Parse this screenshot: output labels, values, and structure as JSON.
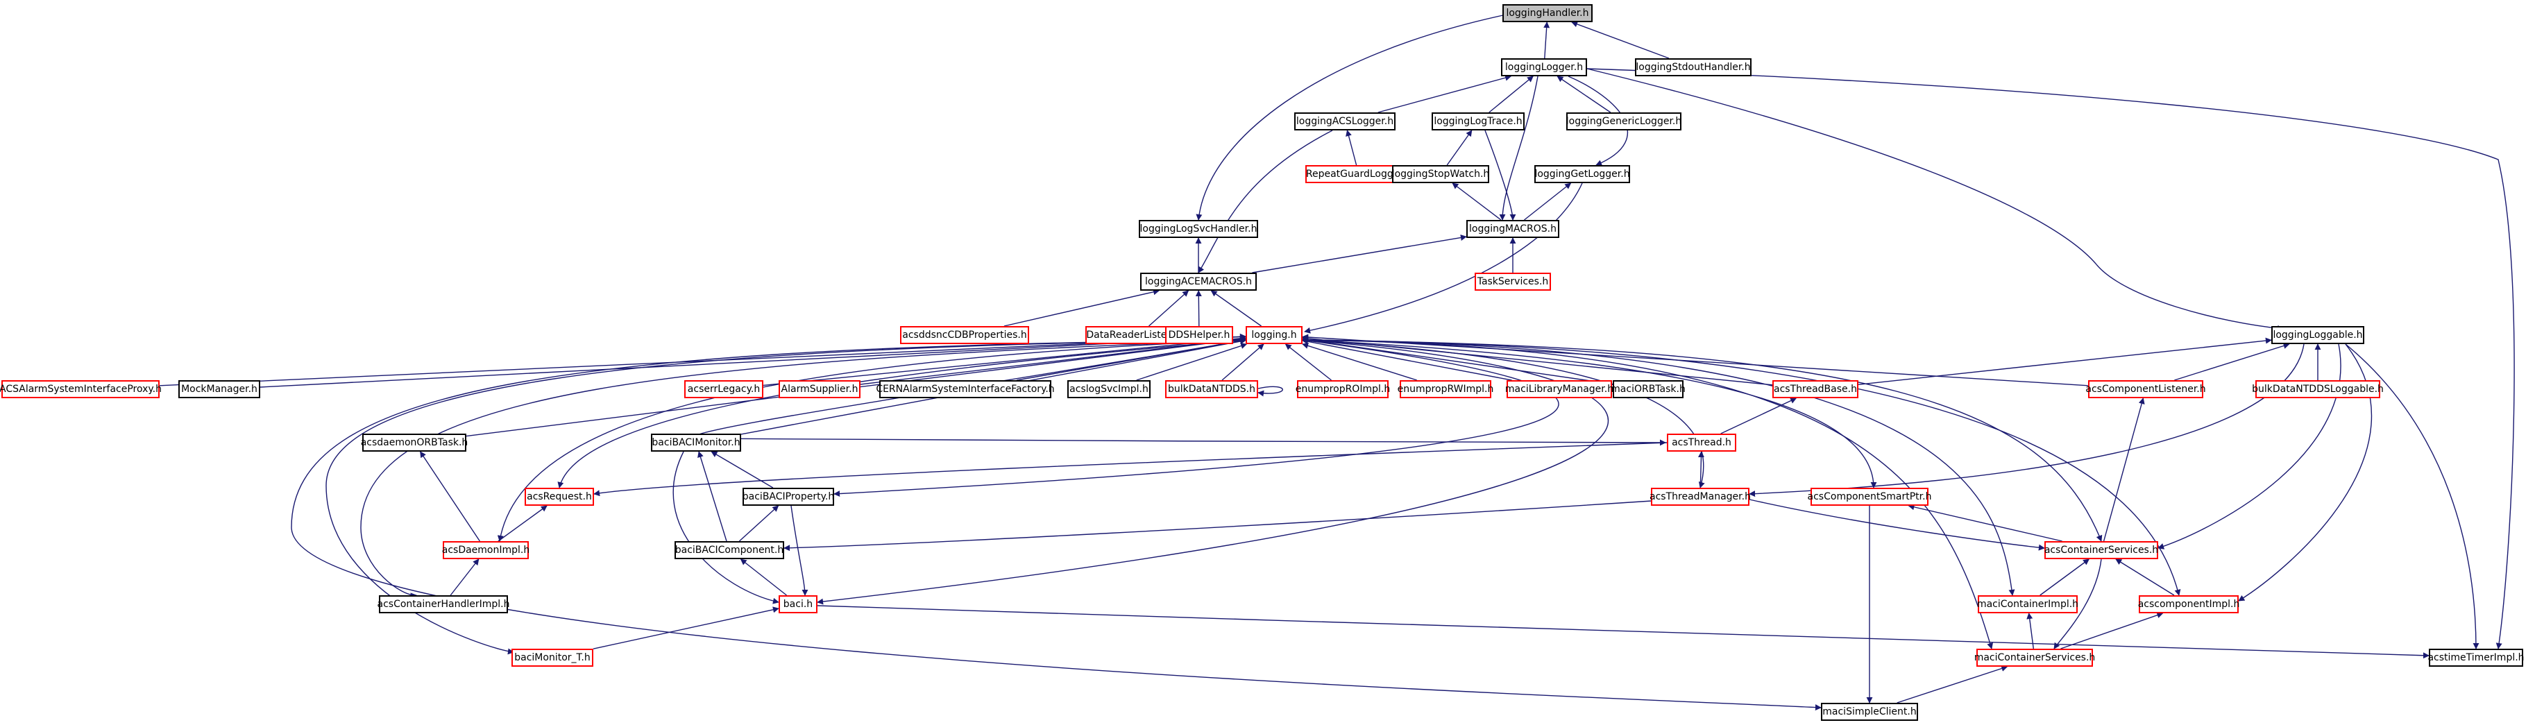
{
  "graph": {
    "colors": {
      "edge": "#191970",
      "node_border_documented": "#000000",
      "node_border_undocumented": "#ff0000",
      "root_fill": "#bfbfbf"
    },
    "nodes": [
      {
        "id": "loggingHandler",
        "label": "loggingHandler.h",
        "style": "root"
      },
      {
        "id": "loggingLogger",
        "label": "loggingLogger.h",
        "style": "black"
      },
      {
        "id": "loggingStdoutHandler",
        "label": "loggingStdoutHandler.h",
        "style": "black"
      },
      {
        "id": "loggingACSLogger",
        "label": "loggingACSLogger.h",
        "style": "black"
      },
      {
        "id": "loggingLogTrace",
        "label": "loggingLogTrace.h",
        "style": "black"
      },
      {
        "id": "loggingGenericLogger",
        "label": "loggingGenericLogger.h",
        "style": "black"
      },
      {
        "id": "RepeatGuardLogger",
        "label": "RepeatGuardLogger.h",
        "style": "red"
      },
      {
        "id": "loggingStopWatch",
        "label": "loggingStopWatch.h",
        "style": "black"
      },
      {
        "id": "loggingGetLogger",
        "label": "loggingGetLogger.h",
        "style": "black"
      },
      {
        "id": "loggingLogSvcHandler",
        "label": "loggingLogSvcHandler.h",
        "style": "black"
      },
      {
        "id": "loggingMACROS",
        "label": "loggingMACROS.h",
        "style": "black"
      },
      {
        "id": "loggingACEMACROS",
        "label": "loggingACEMACROS.h",
        "style": "black"
      },
      {
        "id": "TaskServices",
        "label": "TaskServices.h",
        "style": "red"
      },
      {
        "id": "acsddsncCDBProperties",
        "label": "acsddsncCDBProperties.h",
        "style": "red"
      },
      {
        "id": "DataReaderListener",
        "label": "DataReaderListener.h",
        "style": "red"
      },
      {
        "id": "DDSHelper",
        "label": "DDSHelper.h",
        "style": "red"
      },
      {
        "id": "logging",
        "label": "logging.h",
        "style": "red"
      },
      {
        "id": "loggingLoggable",
        "label": "loggingLoggable.h",
        "style": "black"
      },
      {
        "id": "ACSAlarmSystemInterfaceProxy",
        "label": "ACSAlarmSystemInterfaceProxy.h",
        "style": "red"
      },
      {
        "id": "MockManager",
        "label": "MockManager.h",
        "style": "black"
      },
      {
        "id": "acserrLegacy",
        "label": "acserrLegacy.h",
        "style": "red"
      },
      {
        "id": "AlarmSupplier",
        "label": "AlarmSupplier.h",
        "style": "red"
      },
      {
        "id": "CERNAlarmSystemInterfaceFactory",
        "label": "CERNAlarmSystemInterfaceFactory.h",
        "style": "black"
      },
      {
        "id": "acslogSvcImpl",
        "label": "acslogSvcImpl.h",
        "style": "black"
      },
      {
        "id": "bulkDataNTDDS",
        "label": "bulkDataNTDDS.h",
        "style": "red"
      },
      {
        "id": "enumpropROImpl",
        "label": "enumpropROImpl.h",
        "style": "red"
      },
      {
        "id": "enumpropRWImpl",
        "label": "enumpropRWImpl.h",
        "style": "red"
      },
      {
        "id": "maciLibraryManager",
        "label": "maciLibraryManager.h",
        "style": "red"
      },
      {
        "id": "maciORBTask",
        "label": "maciORBTask.h",
        "style": "black"
      },
      {
        "id": "acsThreadBase",
        "label": "acsThreadBase.h",
        "style": "red"
      },
      {
        "id": "acsComponentListener",
        "label": "acsComponentListener.h",
        "style": "red"
      },
      {
        "id": "bulkDataNTDDSLoggable",
        "label": "bulkDataNTDDSLoggable.h",
        "style": "red"
      },
      {
        "id": "acsdaemonORBTask",
        "label": "acsdaemonORBTask.h",
        "style": "black"
      },
      {
        "id": "baciBACIMonitor",
        "label": "baciBACIMonitor.h",
        "style": "black"
      },
      {
        "id": "acsThread",
        "label": "acsThread.h",
        "style": "red"
      },
      {
        "id": "acsRequest",
        "label": "acsRequest.h",
        "style": "red"
      },
      {
        "id": "baciBACIProperty",
        "label": "baciBACIProperty.h",
        "style": "black"
      },
      {
        "id": "acsThreadManager",
        "label": "acsThreadManager.h",
        "style": "red"
      },
      {
        "id": "acsComponentSmartPtr",
        "label": "acsComponentSmartPtr.h",
        "style": "red"
      },
      {
        "id": "acsDaemonImpl",
        "label": "acsDaemonImpl.h",
        "style": "red"
      },
      {
        "id": "baciBACIComponent",
        "label": "baciBACIComponent.h",
        "style": "black"
      },
      {
        "id": "acsContainerServices",
        "label": "acsContainerServices.h",
        "style": "red"
      },
      {
        "id": "acsContainerHandlerImpl",
        "label": "acsContainerHandlerImpl.h",
        "style": "black"
      },
      {
        "id": "baci",
        "label": "baci.h",
        "style": "red"
      },
      {
        "id": "maciContainerImpl",
        "label": "maciContainerImpl.h",
        "style": "red"
      },
      {
        "id": "acscomponentImpl",
        "label": "acscomponentImpl.h",
        "style": "red"
      },
      {
        "id": "baciMonitor_T",
        "label": "baciMonitor_T.h",
        "style": "red"
      },
      {
        "id": "maciContainerServices",
        "label": "maciContainerServices.h",
        "style": "red"
      },
      {
        "id": "acstimeTimerImpl",
        "label": "acstimeTimerImpl.h",
        "style": "black"
      },
      {
        "id": "maciSimpleClient",
        "label": "maciSimpleClient.h",
        "style": "black"
      }
    ]
  }
}
